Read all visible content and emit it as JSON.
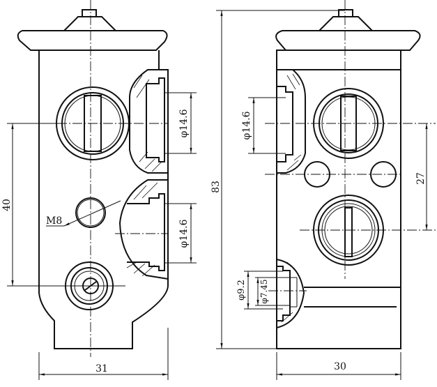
{
  "drawing": {
    "left_view": {
      "width_dim": "31",
      "height_dim": "40",
      "thread_label": "M8",
      "upper_port_dia": "φ14.6",
      "lower_port_dia": "φ14.6"
    },
    "right_view": {
      "overall_height": "83",
      "width_dim": "30",
      "port_spacing": "27",
      "upper_port_dia": "φ14.6",
      "small_port_outer_dia": "φ9.2",
      "small_port_inner_dia": "φ7.45"
    }
  }
}
